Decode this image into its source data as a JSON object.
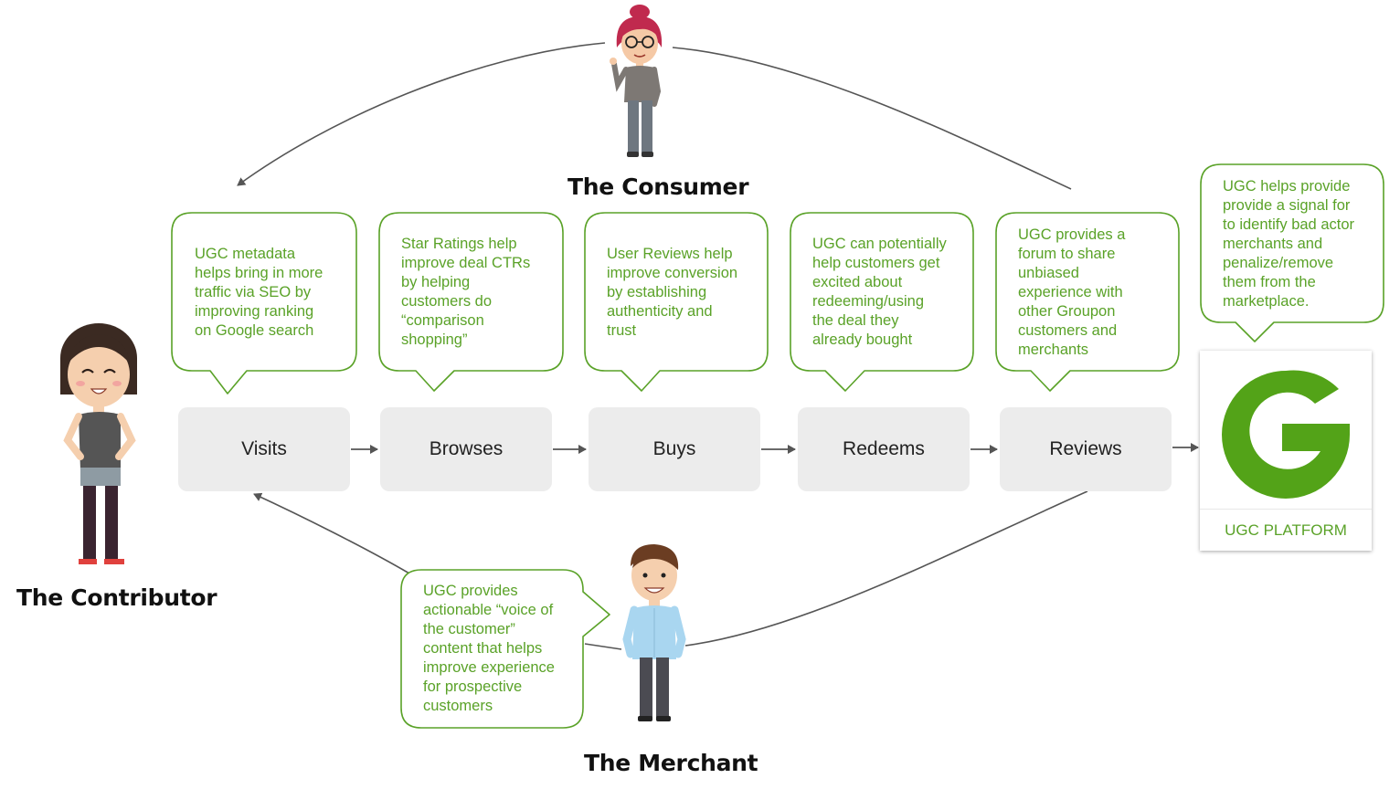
{
  "personas": {
    "consumer": "The Consumer",
    "contributor": "The Contributor",
    "merchant": "The Merchant"
  },
  "steps": [
    "Visits",
    "Browses",
    "Buys",
    "Redeems",
    "Reviews"
  ],
  "bubbles": {
    "visits": [
      "UGC metadata",
      "helps bring in more",
      "traffic via SEO by",
      "improving ranking",
      "on Google search"
    ],
    "browses": [
      "Star Ratings help",
      "improve deal CTRs",
      "by helping",
      "customers do",
      "“comparison",
      "shopping”"
    ],
    "buys": [
      "User Reviews help",
      "improve conversion",
      "by establishing",
      "authenticity and",
      "trust"
    ],
    "redeems": [
      "UGC can potentially",
      "help customers get",
      "excited about",
      "redeeming/using",
      "the deal they",
      "already bought"
    ],
    "reviews": [
      "UGC provides  a",
      "forum to share",
      "unbiased",
      "experience with",
      "other Groupon",
      "customers and",
      "merchants"
    ],
    "platform": [
      "UGC helps provide",
      "provide a signal for",
      "to identify bad actor",
      "merchants and",
      "penalize/remove",
      "them from the",
      "marketplace."
    ],
    "merchant": [
      "UGC provides",
      "actionable “voice of",
      "the customer”",
      "content that helps",
      "improve experience",
      "for prospective",
      "customers"
    ]
  },
  "platform": {
    "label": "UGC PLATFORM",
    "logo_icon": "groupon-g-logo"
  },
  "colors": {
    "accent_green": "#5aa228",
    "logo_green": "#53a318",
    "step_bg": "#ececec",
    "arrow": "#555555"
  }
}
